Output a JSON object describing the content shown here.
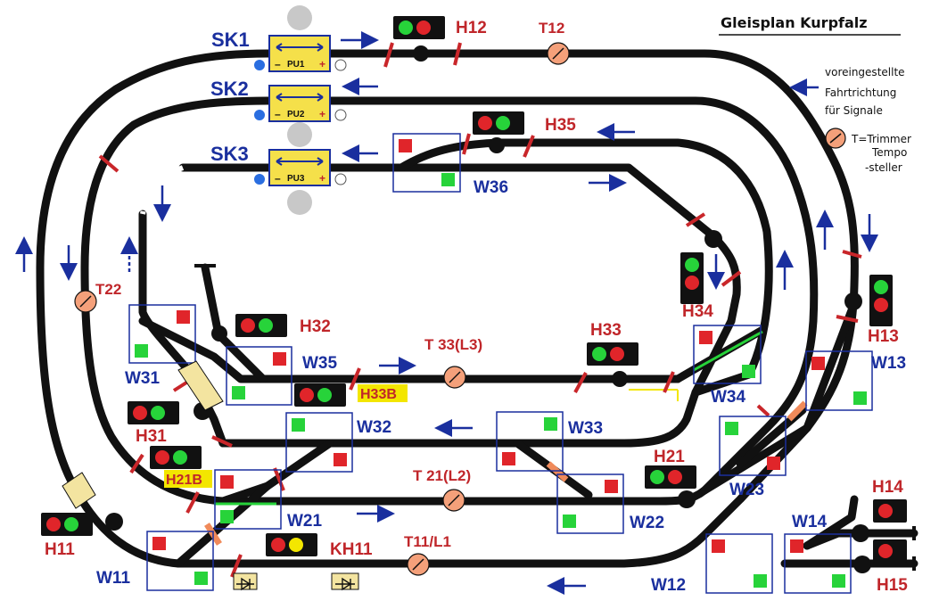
{
  "title": "Gleisplan Kurpfalz",
  "legend": {
    "line1": "voreingestellte",
    "line2": "Fahrtrichtung",
    "line3": "für Signale",
    "trimmer_line1": "T=Trimmer",
    "trimmer_line2": "Tempo",
    "trimmer_line3": "-steller"
  },
  "colors": {
    "track": "#111111",
    "switch_box": "#1a2f9e",
    "signal_red": "#e0252a",
    "signal_green": "#27d33a",
    "signal_yellow": "#f3e600",
    "label_blue": "#1a2f9e",
    "label_red": "#c0262a",
    "trimmer": "#f4a07a",
    "pu_box": "#f5e04a",
    "highlight": "#f3e600",
    "gap": "#c9262a"
  },
  "sidings": [
    {
      "name": "SK1",
      "pu": "PU1",
      "minus": "–",
      "plus": "+"
    },
    {
      "name": "SK2",
      "pu": "PU2",
      "minus": "–",
      "plus": "+"
    },
    {
      "name": "SK3",
      "pu": "PU3",
      "minus": "–",
      "plus": "+"
    }
  ],
  "signals": {
    "H11": "H11",
    "H12": "H12",
    "H13": "H13",
    "H14": "H14",
    "H15": "H15",
    "H21": "H21",
    "H21B": "H21B",
    "H31": "H31",
    "H32": "H32",
    "H33": "H33",
    "H33B": "H33B",
    "H34": "H34",
    "H35": "H35",
    "KH11": "KH11"
  },
  "switches": {
    "W11": "W11",
    "W12": "W12",
    "W13": "W13",
    "W14": "W14",
    "W21": "W21",
    "W22": "W22",
    "W23": "W23",
    "W31": "W31",
    "W32": "W32",
    "W33": "W33",
    "W34": "W34",
    "W35": "W35",
    "W36": "W36"
  },
  "trimmers": {
    "T12": "T12",
    "T22": "T22",
    "T33": "T 33(L3)",
    "T21": "T 21(L2)",
    "T11": "T11/L1"
  }
}
